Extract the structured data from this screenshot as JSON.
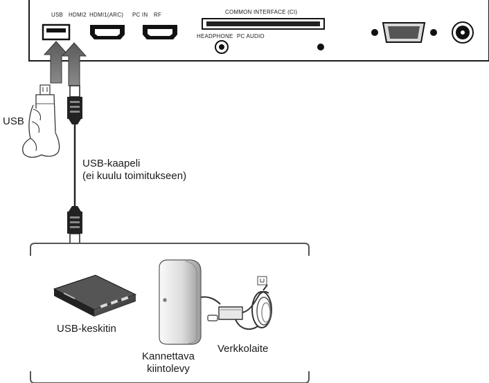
{
  "panel": {
    "port_labels": [
      "USB",
      "HDMI2",
      "HDMI1(ARC)",
      "PC IN",
      "RF"
    ],
    "ci_label": "COMMON  INTERFACE (CI)",
    "audio_labels": [
      "HEADPHONE",
      "PC AUDIO"
    ]
  },
  "labels": {
    "usb_stick": "USB",
    "cable_line1": "USB-kaapeli",
    "cable_line2": "(ei kuulu toimitukseen)",
    "hub": "USB-keskitin",
    "hdd_line1": "Kannettava",
    "hdd_line2": "kiintolevy",
    "adapter": "Verkkolaite"
  },
  "icons": [
    "usb-port-icon",
    "hdmi-port-icon",
    "ci-slot-icon",
    "vga-port-icon",
    "rf-port-icon",
    "arrow-up-icon",
    "usb-stick-icon",
    "hand-icon",
    "usb-plug-icon",
    "usb-hub-icon",
    "hard-drive-icon",
    "power-adapter-icon"
  ]
}
